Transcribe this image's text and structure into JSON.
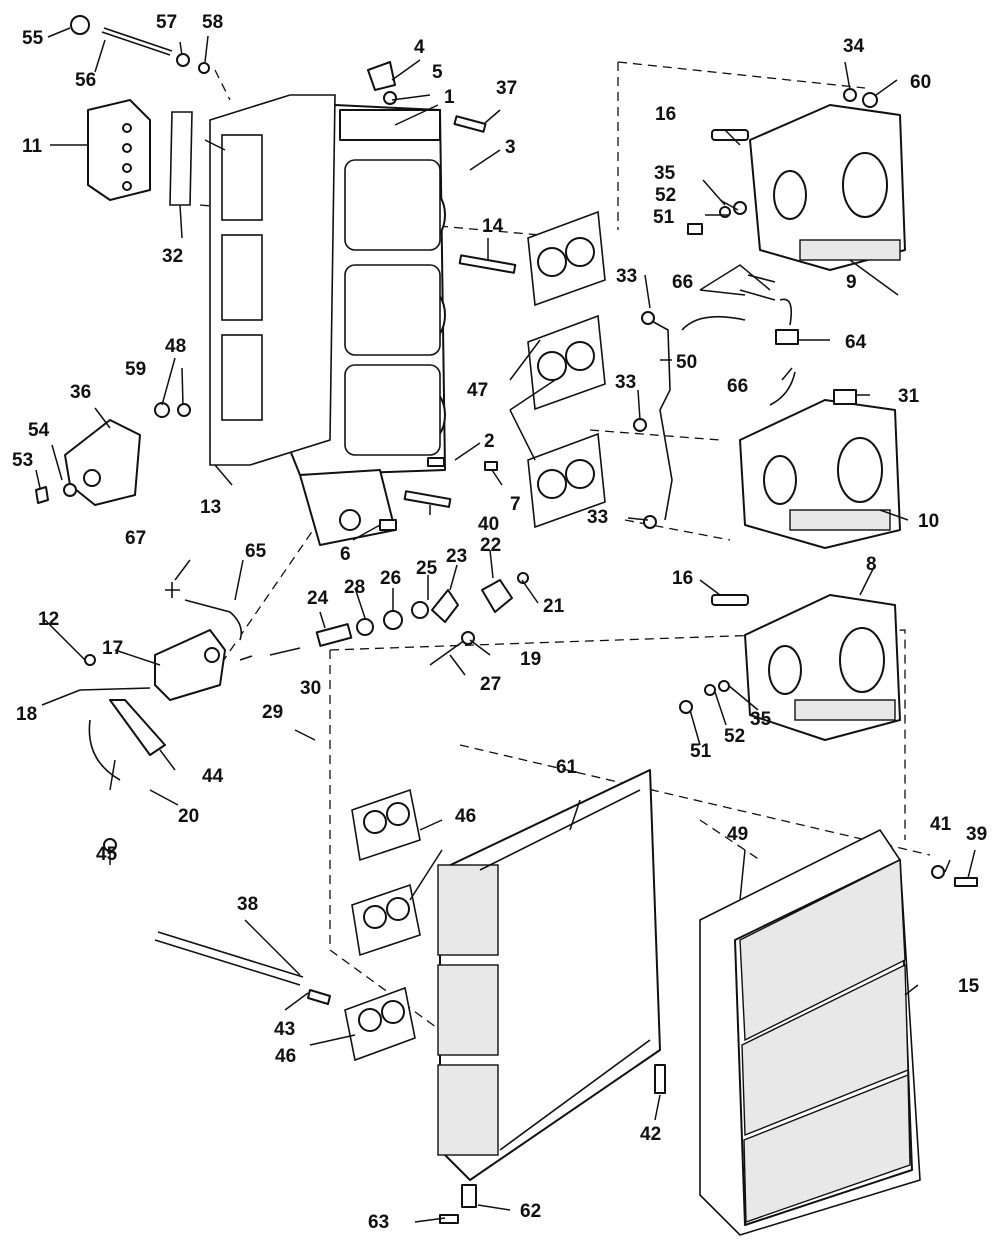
{
  "diagram": {
    "callouts": [
      "1",
      "2",
      "3",
      "4",
      "5",
      "6",
      "7",
      "8",
      "9",
      "10",
      "11",
      "12",
      "13",
      "14",
      "15",
      "16",
      "17",
      "18",
      "19",
      "20",
      "21",
      "22",
      "23",
      "24",
      "25",
      "26",
      "27",
      "28",
      "29",
      "30",
      "31",
      "32",
      "33",
      "34",
      "35",
      "36",
      "37",
      "38",
      "39",
      "40",
      "41",
      "42",
      "43",
      "44",
      "45",
      "46",
      "47",
      "48",
      "49",
      "50",
      "51",
      "52",
      "53",
      "54",
      "55",
      "56",
      "57",
      "58",
      "59",
      "60",
      "61",
      "62",
      "63",
      "64",
      "65",
      "66",
      "67"
    ]
  }
}
